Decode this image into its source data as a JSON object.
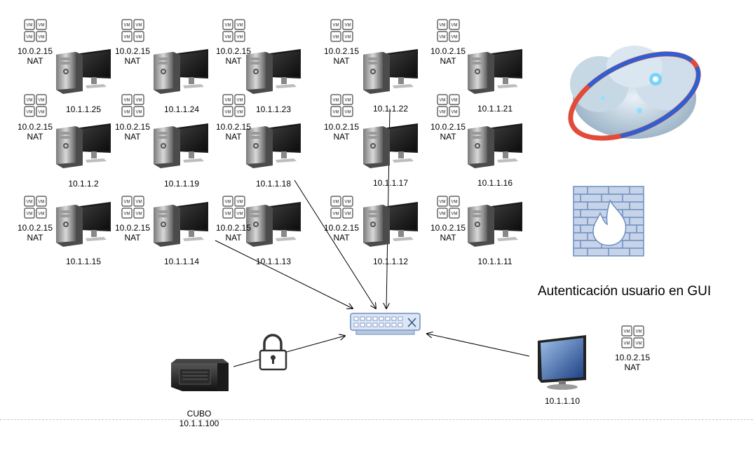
{
  "workstations": [
    {
      "nat_ip": "10.0.2.15",
      "nat_label": "NAT",
      "ip": "10.1.1.25"
    },
    {
      "nat_ip": "10.0.2.15",
      "nat_label": "NAT",
      "ip": "10.1.1.24"
    },
    {
      "nat_ip": "10.0.2.15",
      "nat_label": "NAT",
      "ip": "10.1.1.23"
    },
    {
      "nat_ip": "10.0.2.15",
      "nat_label": "NAT",
      "ip": "10.1.1.22"
    },
    {
      "nat_ip": "10.0.2.15",
      "nat_label": "NAT",
      "ip": "10.1.1.21"
    },
    {
      "nat_ip": "10.0.2.15",
      "nat_label": "NAT",
      "ip": "10.1.1.2"
    },
    {
      "nat_ip": "10.0.2.15",
      "nat_label": "NAT",
      "ip": "10.1.1.19"
    },
    {
      "nat_ip": "10.0.2.15",
      "nat_label": "NAT",
      "ip": "10.1.1.18"
    },
    {
      "nat_ip": "10.0.2.15",
      "nat_label": "NAT",
      "ip": "10.1.1.17"
    },
    {
      "nat_ip": "10.0.2.15",
      "nat_label": "NAT",
      "ip": "10.1.1.16"
    },
    {
      "nat_ip": "10.0.2.15",
      "nat_label": "NAT",
      "ip": "10.1.1.15"
    },
    {
      "nat_ip": "10.0.2.15",
      "nat_label": "NAT",
      "ip": "10.1.1.14"
    },
    {
      "nat_ip": "10.0.2.15",
      "nat_label": "NAT",
      "ip": "10.1.1.13"
    },
    {
      "nat_ip": "10.0.2.15",
      "nat_label": "NAT",
      "ip": "10.1.1.12"
    },
    {
      "nat_ip": "10.0.2.15",
      "nat_label": "NAT",
      "ip": "10.1.1.11"
    }
  ],
  "vm_icon_text": "VM",
  "server": {
    "name": "CUBO",
    "ip": "10.1.1.100"
  },
  "admin_monitor": {
    "ip": "10.1.1.10",
    "nat_ip": "10.0.2.15",
    "nat_label": "NAT"
  },
  "gui_auth_label": "Autenticación usuario en GUI",
  "icons": [
    "vm-icon",
    "desktop-pc-icon",
    "network-switch-icon",
    "padlock-icon",
    "server-icon",
    "monitor-icon",
    "cloud-icon",
    "firewall-icon"
  ],
  "colors": {
    "switch": "#dde6f4",
    "switch_border": "#6c8ebf",
    "firewall": "#c7d3e8",
    "cloud_ring_red": "#e24a3a",
    "cloud_ring_blue": "#2f5fd0"
  }
}
